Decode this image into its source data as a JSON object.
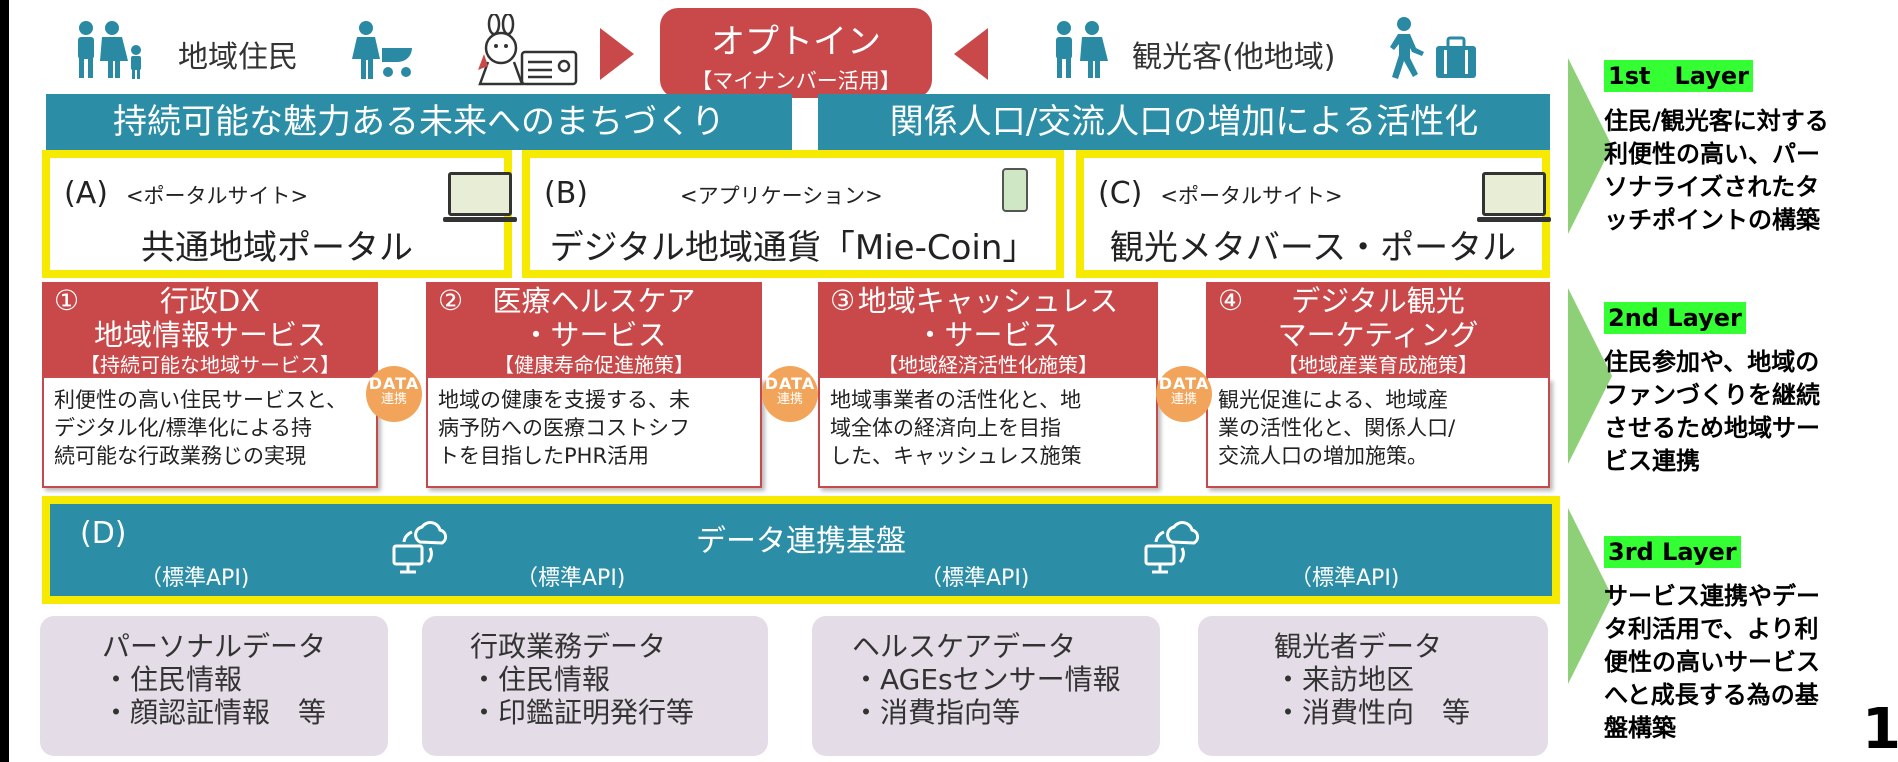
{
  "header": {
    "residents_label": "地域住民",
    "optin_title": "オプトイン",
    "optin_sub": "【マイナンバー活用】",
    "tourists_label": "観光客(他地域)"
  },
  "banners": {
    "left": "持続可能な魅力ある未来へのまちづくり",
    "right": "関係人口/交流人口の増加による活性化"
  },
  "portals": [
    {
      "id": "(A)",
      "kind": "<ポータルサイト>",
      "name": "共通地域ポータル"
    },
    {
      "id": "(B)",
      "kind": "<アプリケーション>",
      "name": "デジタル地域通貨「Mie-Coin」"
    },
    {
      "id": "(C)",
      "kind": "<ポータルサイト>",
      "name": "観光メタバース・ポータル"
    }
  ],
  "services": [
    {
      "num": "①",
      "line1": "行政DX",
      "line2": "地域情報サービス",
      "policy": "【持続可能な地域サービス】",
      "desc": [
        "利便性の高い住民サービスと、",
        "デジタル化/標準化による持",
        "続可能な行政業務じの実現"
      ]
    },
    {
      "num": "②",
      "line1": "医療ヘルスケア",
      "line2": "・サービス",
      "policy": "【健康寿命促進施策】",
      "desc": [
        "地域の健康を支援する、未",
        "病予防への医療コストシフ",
        "トを目指したPHR活用"
      ]
    },
    {
      "num": "③",
      "line1": "地域キャッシュレス",
      "line2": "・サービス",
      "policy": "【地域経済活性化施策】",
      "desc": [
        "地域事業者の活性化と、地",
        "域全体の経済向上を目指",
        "した、キャッシュレス施策"
      ]
    },
    {
      "num": "④",
      "line1": "デジタル観光",
      "line2": "マーケティング",
      "policy": "【地域産業育成施策】",
      "desc": [
        "観光促進による、地域産",
        "業の活性化と、関係人口/",
        "交流人口の増加施策。"
      ]
    }
  ],
  "data_badge": {
    "top": "DATA",
    "bottom": "連携"
  },
  "platform": {
    "id": "(D)",
    "title": "データ連携基盤",
    "api": "（標準API)"
  },
  "data_cards": [
    {
      "title": "パーソナルデータ",
      "items": [
        "・住民情報",
        "・顔認証情報　等"
      ]
    },
    {
      "title": "行政業務データ",
      "items": [
        "・住民情報",
        "・印鑑証明発行等"
      ]
    },
    {
      "title": "ヘルスケアデータ",
      "items": [
        "・AGEsセンサー情報",
        "・消費指向等"
      ]
    },
    {
      "title": "観光者データ",
      "items": [
        "・来訪地区",
        "・消費性向　等"
      ]
    }
  ],
  "layers": [
    {
      "tag": "1st　Layer",
      "text": [
        "住民/観光客に対する",
        "利便性の高い、パー",
        "ソナライズされたタ",
        "ッチポイントの構築"
      ]
    },
    {
      "tag": "2nd Layer",
      "text": [
        "住民参加や、地域の",
        "ファンづくりを継続",
        "させるため地域サー",
        "ビス連携"
      ]
    },
    {
      "tag": "3rd Layer",
      "text": [
        "サービス連携やデー",
        "タ利活用で、より利",
        "便性の高いサービス",
        "へと成長する為の基",
        "盤構築"
      ]
    }
  ],
  "page_number": "1",
  "colors": {
    "red": "#c9494a",
    "teal": "#2b8ea6",
    "yellow": "#f5ea00",
    "green_tag": "#33ff33",
    "arrow": "#8ed078",
    "card": "#e4dde8"
  }
}
